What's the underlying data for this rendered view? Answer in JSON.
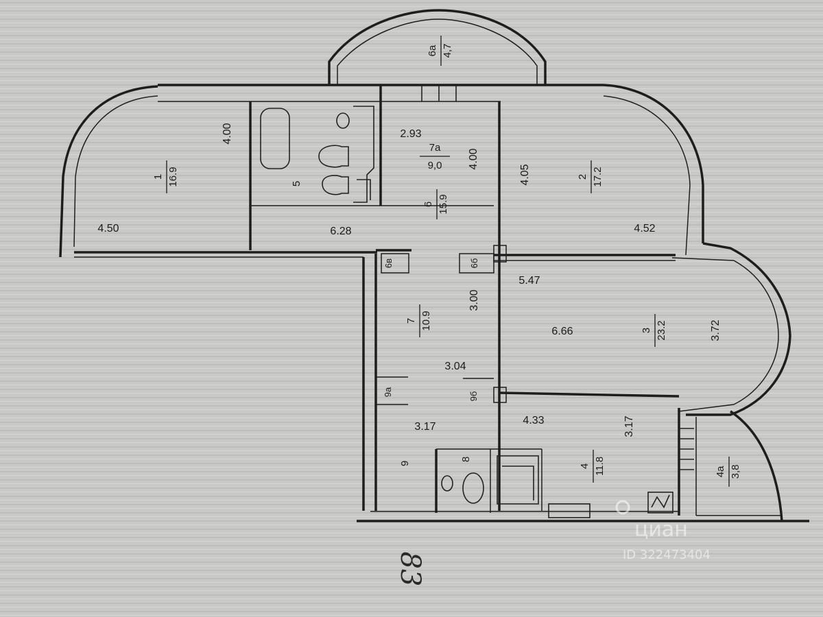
{
  "rooms": [
    {
      "number": "1",
      "area": "16.9"
    },
    {
      "number": "2",
      "area": "17.2"
    },
    {
      "number": "3",
      "area": "23.2"
    },
    {
      "number": "4",
      "area": "11.8"
    },
    {
      "number": "4a",
      "area": "3,8"
    },
    {
      "number": "5",
      "area": ""
    },
    {
      "number": "6",
      "area": "15.9"
    },
    {
      "number": "6a",
      "area": "4,7"
    },
    {
      "number": "7",
      "area": "10.9"
    },
    {
      "number": "7a",
      "area": "9,0"
    },
    {
      "number": "8",
      "area": ""
    },
    {
      "number": "9",
      "area": ""
    }
  ],
  "closets": [
    "6в",
    "6б",
    "9а",
    "9б"
  ],
  "dimensions": [
    "4.00",
    "4.50",
    "6.28",
    "2.93",
    "4.00",
    "4.05",
    "4.52",
    "5.47",
    "3.00",
    "6.66",
    "3.72",
    "3.04",
    "3.17",
    "4.33",
    "3.17"
  ],
  "handwritten_number": "83",
  "watermark": {
    "brand": "циан",
    "id": "ID 322473404"
  },
  "colors": {
    "paper": "#c9c9c7",
    "ink": "#1e1e1e"
  }
}
